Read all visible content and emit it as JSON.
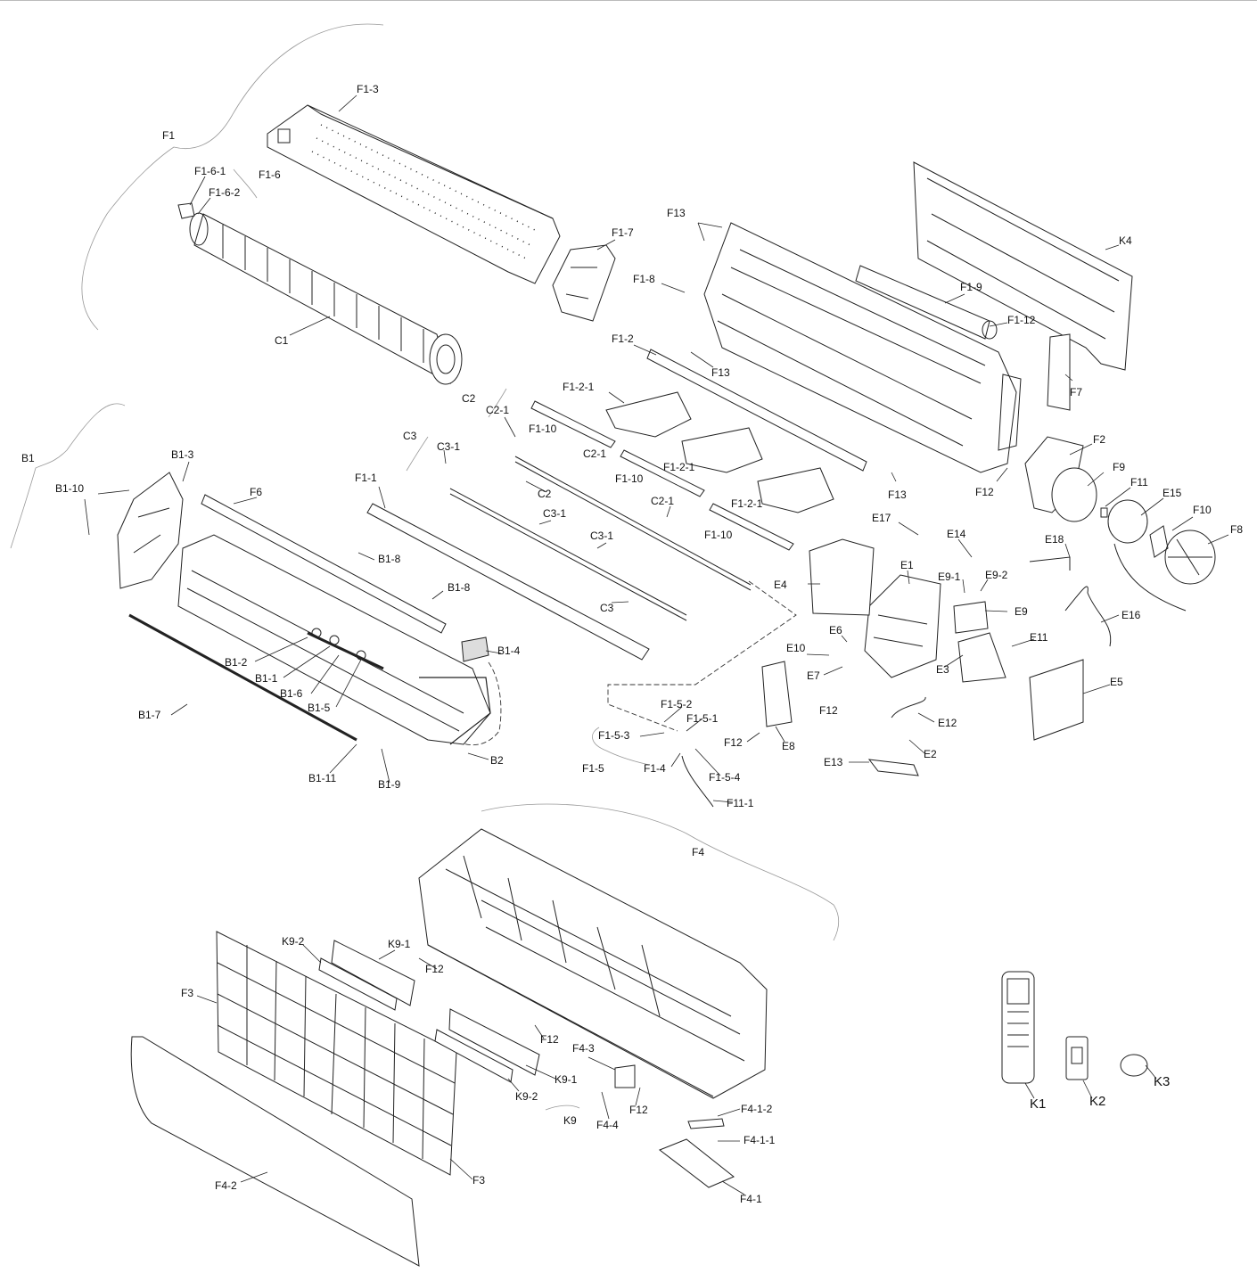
{
  "labels": {
    "F1": "F1",
    "F1_3": "F1-3",
    "F1_6_1": "F1-6-1",
    "F1_6": "F1-6",
    "F1_6_2": "F1-6-2",
    "C1": "C1",
    "F1_7": "F1-7",
    "F13a": "F13",
    "F1_8": "F1-8",
    "F1_9": "F1-9",
    "F1_12": "F1-12",
    "K4": "K4",
    "F1_2": "F1-2",
    "F13b": "F13",
    "F7": "F7",
    "C2_top": "C2",
    "C2_1a": "C2-1",
    "F1_2_1a": "F1-2-1",
    "F1_10a": "F1-10",
    "C3_top": "C3",
    "C3_1a": "C3-1",
    "C2_1b": "C2-1",
    "F1_10b": "F1-10",
    "F1_2_1b": "F1-2-1",
    "F2": "F2",
    "F9": "F9",
    "F12a": "F12",
    "F13c": "F13",
    "F11": "F11",
    "E15": "E15",
    "F10": "F10",
    "F8": "F8",
    "B1": "B1",
    "B1_3": "B1-3",
    "B1_10": "B1-10",
    "F6": "F6",
    "F1_1": "F1-1",
    "C2_mid": "C2",
    "C3_1b": "C3-1",
    "C2_1c": "C2-1",
    "F1_2_1c": "F1-2-1",
    "F1_10c": "F1-10",
    "E17": "E17",
    "E14": "E14",
    "E18": "E18",
    "B1_8a": "B1-8",
    "C3_1c": "C3-1",
    "E4": "E4",
    "E1": "E1",
    "E9_1": "E9-1",
    "E9_2": "E9-2",
    "B1_8b": "B1-8",
    "C3_mid": "C3",
    "E9": "E9",
    "E16": "E16",
    "E6": "E6",
    "B1_4": "B1-4",
    "E10": "E10",
    "E11": "E11",
    "B1_2": "B1-2",
    "B1_1": "B1-1",
    "E3": "E3",
    "B1_6": "B1-6",
    "E7": "E7",
    "B1_5": "B1-5",
    "E5": "E5",
    "B1_7": "B1-7",
    "F1_5_2": "F1-5-2",
    "F1_5_1": "F1-5-1",
    "F12b": "F12",
    "E12": "E12",
    "F1_5_3": "F1-5-3",
    "F12c": "F12",
    "E8": "E8",
    "E2": "E2",
    "B2": "B2",
    "F1_5": "F1-5",
    "F1_4": "F1-4",
    "F1_5_4": "F1-5-4",
    "E13": "E13",
    "B1_11": "B1-11",
    "B1_9": "B1-9",
    "F11_1": "F11-1",
    "F4": "F4",
    "K9_2a": "K9-2",
    "K9_1a": "K9-1",
    "F12d": "F12",
    "F3a": "F3",
    "F12e": "F12",
    "F4_3": "F4-3",
    "K9_1b": "K9-1",
    "K9_2b": "K9-2",
    "F12f": "F12",
    "K9": "K9",
    "F4_4": "F4-4",
    "F4_1_2": "F4-1-2",
    "F4_1_1": "F4-1-1",
    "F3b": "F3",
    "F4_2": "F4-2",
    "F4_1": "F4-1",
    "K1": "K1",
    "K2": "K2",
    "K3": "K3"
  }
}
